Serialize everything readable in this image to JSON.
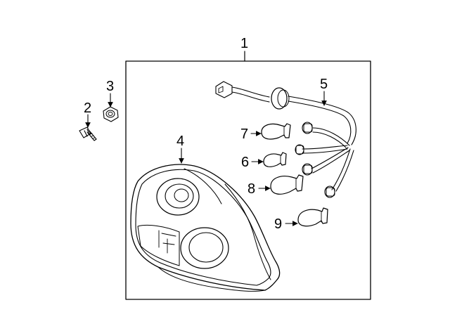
{
  "diagram": {
    "callouts": [
      {
        "id": "part-1",
        "label": "1"
      },
      {
        "id": "part-2",
        "label": "2"
      },
      {
        "id": "part-3",
        "label": "3"
      },
      {
        "id": "part-4",
        "label": "4"
      },
      {
        "id": "part-5",
        "label": "5"
      },
      {
        "id": "part-6",
        "label": "6"
      },
      {
        "id": "part-7",
        "label": "7"
      },
      {
        "id": "part-8",
        "label": "8"
      },
      {
        "id": "part-9",
        "label": "9"
      }
    ]
  },
  "colors": {
    "line": "#000000",
    "background": "#ffffff"
  }
}
